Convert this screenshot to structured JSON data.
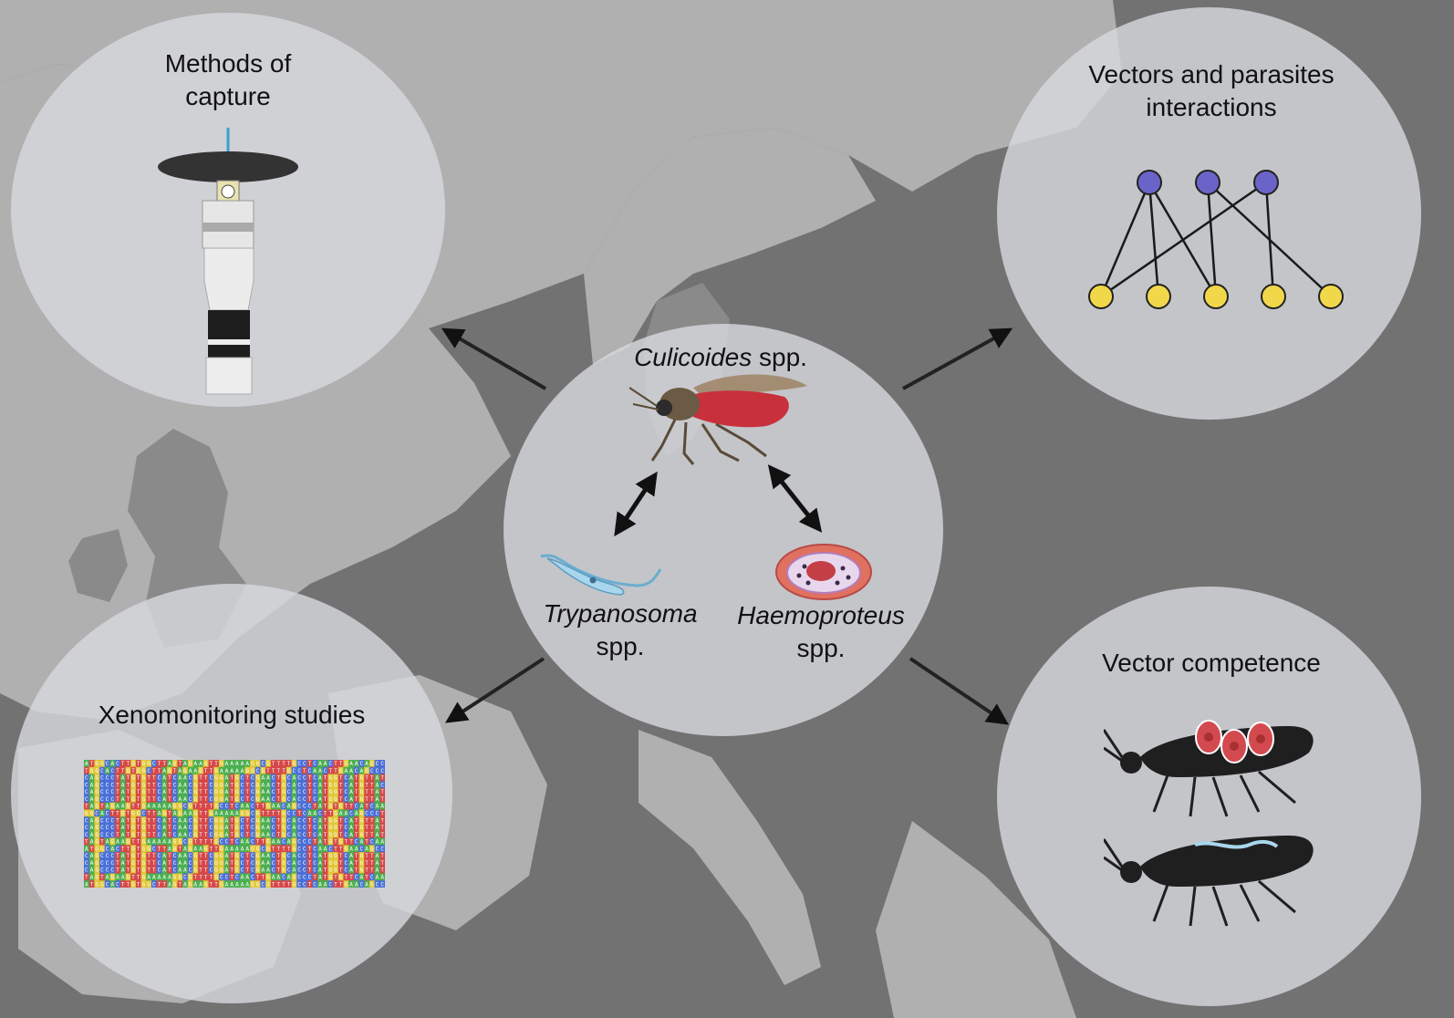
{
  "panels": {
    "capture": {
      "title": "Methods of\ncapture"
    },
    "interactions": {
      "title": "Vectors and parasites\ninteractions"
    },
    "xeno": {
      "title": "Xenomonitoring studies"
    },
    "competence": {
      "title": "Vector competence"
    }
  },
  "center": {
    "vector_genus": "Culicoides",
    "vector_suffix": " spp.",
    "parasite1_genus": "Trypanosoma",
    "parasite1_suffix": "spp.",
    "parasite2_genus": "Haemoproteus",
    "parasite2_suffix": "spp."
  },
  "colors": {
    "background": "#727272",
    "land": "#b0b0b0",
    "panel": "#d7dade",
    "vector_node": "#6a64c8",
    "parasite_node": "#f1d84a",
    "blood": "#c8303c",
    "parasite_red": "#e07060",
    "trypanosome": "#a9d6ec"
  },
  "icons": {
    "trap": "light-trap-icon",
    "network": "bipartite-network-icon",
    "sequence": "dna-sequence-alignment-icon",
    "midge": "culicoides-midge-icon",
    "trypanosoma": "trypanosome-icon",
    "haemoproteus": "infected-erythrocyte-icon"
  },
  "network": {
    "vectors": 3,
    "parasites": 5,
    "links": [
      [
        0,
        0
      ],
      [
        0,
        1
      ],
      [
        0,
        2
      ],
      [
        1,
        2
      ],
      [
        1,
        4
      ],
      [
        2,
        0
      ],
      [
        2,
        3
      ]
    ]
  },
  "sequence_rows": [
    "ATGGCACTTGTGGCTTAGTAGAAGTTGAAAAAGGCGTTTTGCCTCAACTTGAACAGCC",
    "TGGCACTTGTGGCTTAGTAGAAGTTGAAAAAGGCGTTTTGCCTCAACTTGAACAGCCC",
    "CAGCCCTATGTGTTCATCAACGTTCGGATGCTCGAACTGCACCTCATGGTCATGTTAT",
    "CAGCCCTATGTGTTCATCAACGTTCGGATGCTCGAACTGCACCTCATGGTCATGTTAC",
    "CAGCCCTATGTGTTCATCAACGTTCGGATGCTCGAACTGCACCTCATGGTCATGTTAT",
    "CAGCCCTATGTGTTCATCAACGTTCGGATGCTCGAACTGCACCTCATGGTCATGTTAT",
    "TAGTAGAAGTTGAAAAAGGCGTTTTGCCTCAACTTGAACAGCCCTATGTGTTCATCAA",
    "GGCACTTGTGGCTTAGTAGAAGTTGAAAAAGGCGTTTTGCCTCAACTTGAACAGCCCT",
    "CAGCCCTATGTGTTCATCAACGTTCGGATGCTCGAACTGCACCTCATGGTCATGTTAT",
    "CAGCCCTATGTGTTCATCAACGTTCGGATGCTCGAACTGCACCTCATGGTCATGTTAT",
    "CAGCCCTATGTGTTCATCAACGTTCGGATGCTCGAACTGCACCTCATGGTCATGTTAT",
    "TAGTAGAAGTTGAAAAAGGCGTTTTGCCTCAACTTGAACAGCCCTATGTGTTCATCAA",
    "ATGGCACTTGTGGCTTAGTAGAAGTTGAAAAAGGCGTTTTGCCTCAACTTGAACAGCC",
    "CAGCCCTATGTGTTCATCAACGTTCGGATGCTCGAACTGCACCTCATGGTCATGTTAT",
    "CAGCCCTATGTGTTCATCAACGTTCGGATGCTCGAACTGCACCTCATGGTCATGTTAT",
    "CAGCCCTATGTGTTCATCAACGTTCGGATGCTCGAACTGCACCTCATGGTCATGTTAT",
    "TAGTAGAAGTTGAAAAAGGCGTTTTGCCTCAACTTGAACAGCCCTATGTGTTCATCAA",
    "ATGGCACTTGTGGCTTAGTAGAAGTTGAAAAAGGCGTTTTGCCTCAACTTGAACAGCC"
  ]
}
